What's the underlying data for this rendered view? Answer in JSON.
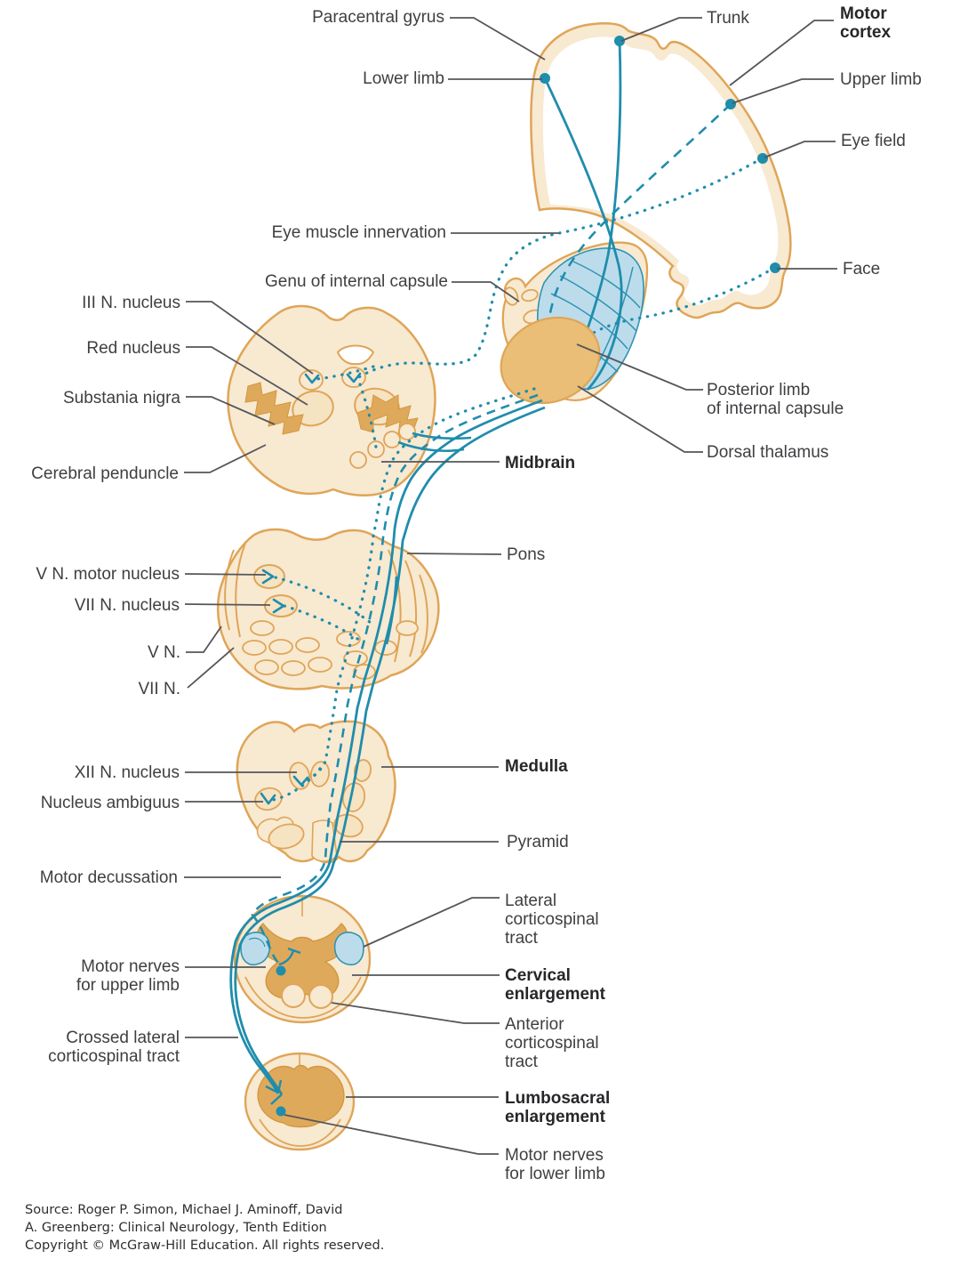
{
  "figure": {
    "type": "anatomical-diagram",
    "subject": "Corticospinal and corticobulbar motor pathways",
    "labels": {
      "paracentral_gyrus": "Paracentral gyrus",
      "lower_limb": "Lower limb",
      "trunk": "Trunk",
      "motor_cortex": "Motor\ncortex",
      "upper_limb": "Upper limb",
      "eye_field": "Eye field",
      "face": "Face",
      "eye_muscle_innervation": "Eye muscle innervation",
      "genu_of_internal_capsule": "Genu of internal capsule",
      "iii_n_nucleus": "III N. nucleus",
      "red_nucleus": "Red nucleus",
      "substania_nigra": "Substania nigra",
      "cerebral_penduncle": "Cerebral penduncle",
      "posterior_limb_of_internal_capsule": "Posterior limb\nof internal capsule",
      "dorsal_thalamus": "Dorsal thalamus",
      "midbrain": "Midbrain",
      "pons": "Pons",
      "v_n_motor_nucleus": "V N. motor nucleus",
      "vii_n_nucleus": "VII N. nucleus",
      "v_n": "V N.",
      "vii_n": "VII N.",
      "xii_n_nucleus": "XII N. nucleus",
      "nucleus_ambiguus": "Nucleus ambiguus",
      "medulla": "Medulla",
      "pyramid": "Pyramid",
      "motor_decussation": "Motor decussation",
      "lateral_corticospinal_tract": "Lateral\ncorticospinal\ntract",
      "motor_nerves_for_upper_limb": "Motor nerves\nfor upper limb",
      "cervical_enlargement": "Cervical\nenlargement",
      "anterior_corticospinal_tract": "Anterior\ncorticospinal\ntract",
      "crossed_lateral_corticospinal_tract": "Crossed lateral\ncorticospinal tract",
      "lumbosacral_enlargement": "Lumbosacral\nenlargement",
      "motor_nerves_for_lower_limb": "Motor nerves\nfor lower limb"
    },
    "source_credit": "Source: Roger P. Simon, Michael J. Aminoff, David\nA. Greenberg: Clinical Neurology, Tenth Edition\nCopyright © McGraw-Hill Education. All rights reserved.",
    "colors": {
      "outline_tan": "#dfa558",
      "fill_cream": "#f8e9d1",
      "structure_dark_tan": "#dfa95c",
      "thalamus_tan": "#eabe76",
      "tract_teal": "#1f8dac",
      "tract_fill_blue": "#bcdcec",
      "label_gray": "#3e3f42",
      "leader_gray": "#55565a"
    }
  }
}
